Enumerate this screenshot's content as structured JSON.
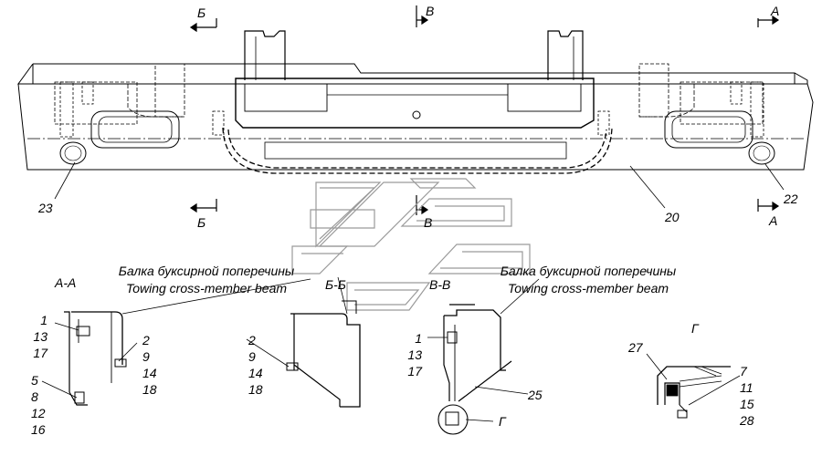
{
  "view_markers": {
    "b": "Б",
    "v": "В",
    "a": "А"
  },
  "sections": {
    "aa": "А-А",
    "bb": "Б-Б",
    "vv": "В-В",
    "g": "Г"
  },
  "detail_ref": "Г",
  "titles": {
    "beam_ru": "Балка буксирной поперечины",
    "beam_en": "Towing cross-member beam"
  },
  "main_labels": {
    "p23": "23",
    "p20": "20",
    "p22": "22"
  },
  "aa_labels": {
    "top": [
      "1",
      "13",
      "17"
    ],
    "mid": [
      "2",
      "9",
      "14",
      "18"
    ],
    "bottom": [
      "5",
      "8",
      "12",
      "16"
    ]
  },
  "bb_labels": {
    "mid": [
      "2",
      "9",
      "14",
      "18"
    ]
  },
  "vv_labels": {
    "top": [
      "1",
      "13",
      "17"
    ],
    "p25": "25"
  },
  "g_labels": {
    "p27": "27",
    "right": [
      "7",
      "11",
      "15",
      "28"
    ]
  }
}
